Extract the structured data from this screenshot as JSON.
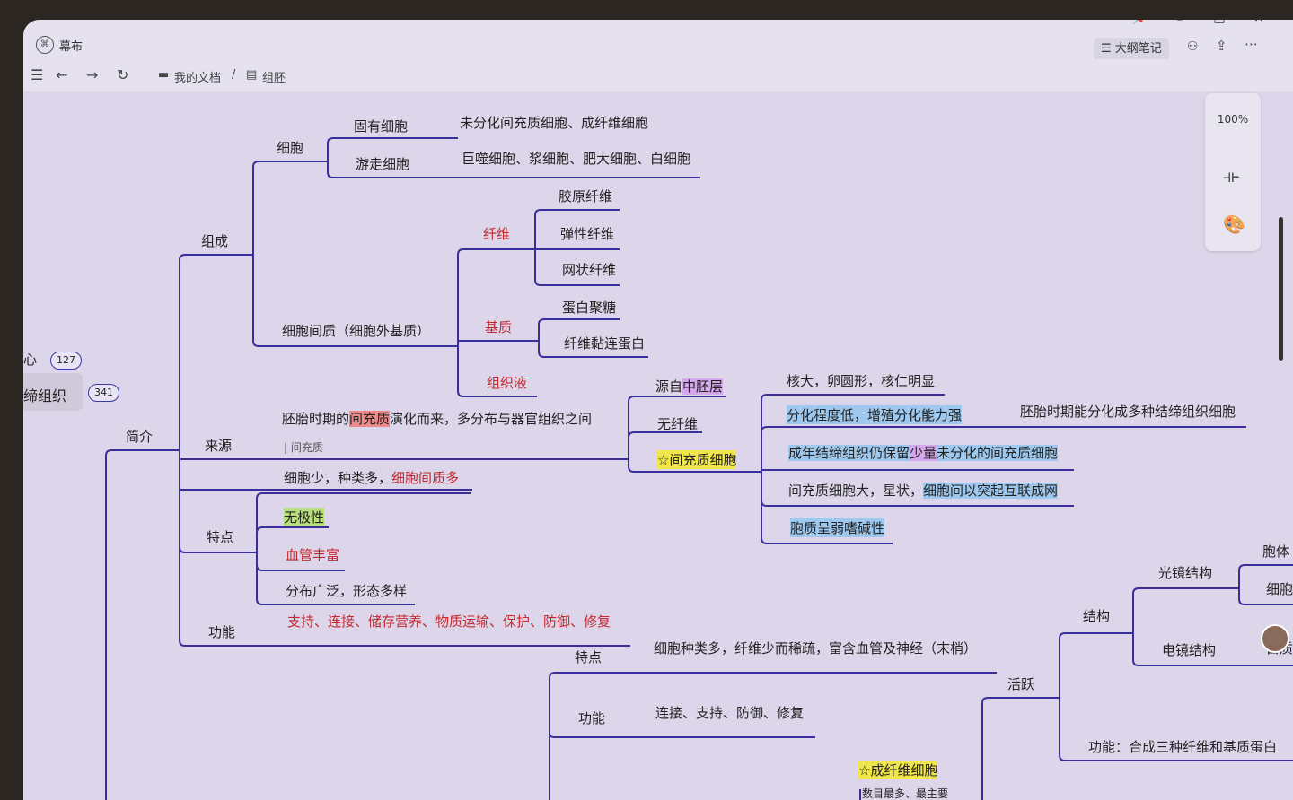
{
  "window": {
    "app_name": "幕布",
    "controls": [
      "📌",
      "–",
      "□",
      "×"
    ]
  },
  "toolbar": {
    "breadcrumb": [
      "我的文档",
      "/",
      "组胚"
    ],
    "outline_button": "☰ 大纲笔记",
    "zoom": "100%"
  },
  "left_badges": [
    {
      "label": "心",
      "count": "127"
    },
    {
      "label": "缔组织",
      "count": "341"
    }
  ],
  "mindmap": {
    "root": "简介",
    "zucheng": "组成",
    "xibao": "细胞",
    "guyou": "固有细胞",
    "guyou_detail": "未分化间充质细胞、成纤维细胞",
    "youzou": "游走细胞",
    "youzou_detail": "巨噬细胞、浆细胞、肥大细胞、白细胞",
    "jianzhi": "细胞间质（细胞外基质）",
    "xianwei": "纤维",
    "jiaoyuan": "胶原纤维",
    "tanxing": "弹性纤维",
    "wangzhuang": "网状纤维",
    "jizhi": "基质",
    "danbai": "蛋白聚糖",
    "nianlian": "纤维黏连蛋白",
    "zuzhiye": "组织液",
    "laiyuan": "来源",
    "laiyuan_text_a": "胚胎时期的",
    "laiyuan_text_hl": "间充质",
    "laiyuan_text_b": "演化而来，多分布与器官组织之间",
    "laiyuan_note": "| 间充质",
    "yuanzi_a": "源自",
    "yuanzi_hl": "中胚层",
    "wuxianwei": "无纤维",
    "jianchong_cell": "☆间充质细胞",
    "hexda": "核大，卵圆形，核仁明显",
    "fenhua": "分化程度低，增殖分化能力强",
    "fenhua_detail": "胚胎时期能分化成多种结缔组织细胞",
    "chengnian_a": "成年结缔组织仍保留",
    "chengnian_hl": "少量",
    "chengnian_b": "未分化的间充质细胞",
    "xingzhuang_a": "间充质细胞大，星状，",
    "xingzhuang_hl": "细胞间以突起互联成网",
    "baozhi": "胞质呈弱嗜碱性",
    "tedian": "特点",
    "tedian1_a": "细胞少，种类多，",
    "tedian1_b": "细胞间质多",
    "wujixing": "无极性",
    "xueguan": "血管丰富",
    "fenbu": "分布广泛，形态多样",
    "gongneng": "功能",
    "gongneng_text": "支持、连接、储存营养、物质运输、保护、防御、修复",
    "tedian2": "特点",
    "tedian2_text": "细胞种类多，纤维少而稀疏，富含血管及神经（末梢）",
    "gongneng2": "功能",
    "gongneng2_text": "连接、支持、防御、修复",
    "chengxianwei": "☆成纤维细胞",
    "shumu": "数目最多、最主要",
    "huoyue": "活跃",
    "jiegou": "结构",
    "guangjing": "光镜结构",
    "dianjing": "电镜结构",
    "baoti": "胞体",
    "xibao2": "细胞",
    "baizhi": "白质",
    "gongneng3": "功能：合成三种纤维和基质蛋白"
  },
  "colors": {
    "line": "#3a2f9a",
    "canvas": "#ddd6ea"
  }
}
